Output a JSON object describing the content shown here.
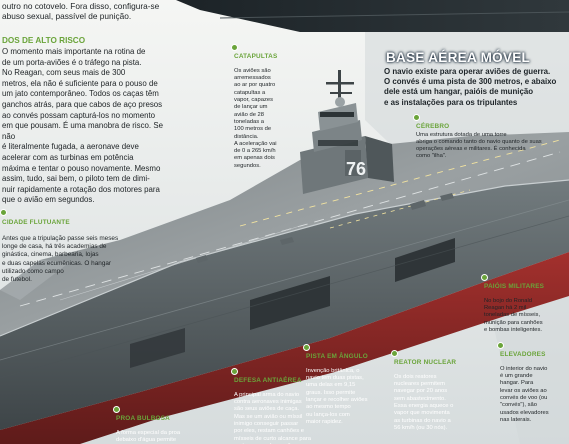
{
  "left_column": {
    "para_top": "outro no cotovelo. Fora disso, configura-se\nabuso sexual, passível de punição.",
    "section_title": "DOS DE ALTO RISCO",
    "para_main": "O momento mais importante na rotina de\nde um porta-aviões é o tráfego na pista.\nNo Reagan, com seus mais de 300\nmetros, ela não é suficiente para o pouso de\num jato contemporâneo. Todos os caças têm\nganchos atrás, para que cabos de aço presos\nao convés possam capturá-los no momento\nem que pousam. É uma manobra de risco. Se não\né literalmente fugada, a aeronave deve\nacelerar com as turbinas em potência\nmáxima e tentar o pouso novamente. Mesmo\nassim, tudo, sai bem, o piloto tem de dimi-\nnuir rapidamente a rotação dos motores para\nque o avião em segundos."
  },
  "cidade": {
    "label": "CIDADE FLUTUANTE",
    "text": "Antes que a tripulação passe seis meses\nlonge de casa, há três academias de\nginástica, cinema, barbearia, lojas\ne duas capelas ecumênicas. O hangar\nutilizado como campo\nde futebol."
  },
  "catapultas": {
    "label": "CATAPULTAS",
    "text": "Os aviões são\narremessados\nao ar por quatro\ncatapultas a\nvapor, capazes\nde lançar um\navião de 28\ntoneladas a\n100 metros de\ndistância.\nA aceleração vai\nde 0 a 265 km/h\nem apenas dois\nsegundos."
  },
  "base": {
    "title": "BASE AÉREA MÓVEL",
    "subtitle": "O navio existe para operar aviões de guerra.\nO convés é uma pista de 300 metros, e abaixo\ndele está um hangar, paióis de munição\ne as instalações para os tripulantes"
  },
  "cerebro": {
    "label": "CÉREBRO",
    "text": "Uma estrutura dotada de uma torre\nabriga o comando tanto do navio quanto de suas\noperações aéreas e militares. É conhecida\ncomo \"ilha\"."
  },
  "paiois": {
    "label": "PAIÓIS MILITARES",
    "text": "No bojo do Ronald\nReagan há 2 mil\ntoneladas de mísseis,\nmunição para canhões\ne bombas inteligentes."
  },
  "elevadores": {
    "label": "ELEVADORES",
    "text": "O interior do navio\né um grande\nhangar. Para\nlevar os aviões ao\nconvés de voo (ou\n\"convés\"), são\nusados elevadores\nnas laterais."
  },
  "pista": {
    "label": "PISTA EM ÂNGULO",
    "text": "Invenção britânica, o\nnavio tem duas pistas,\numa delas em 9,15\ngraus. Isso permite\nlançar e recolher aviões\nao mesmo tempo\nou lança-los com\nmaior rapidez."
  },
  "reator": {
    "label": "REATOR NUCLEAR",
    "text": "Os dois reatores\nnucleares permitem\nnavegar por 20 anos\nsem abastecimento.\nEssa energia aquece o\nvapor que movimenta\nas turbinas do navio a\n56 km/h (ou 30 nós)."
  },
  "defesa": {
    "label": "DEFESA ANTIAÉREA",
    "text": "A principal arma do navio\ncontra aeronaves inimigas\nsão seus aviões de caça.\nMas se um avião ou míssil\ninimigo conseguir passar\npor eles, restam canhões e\nmísseis de curto alcance para\nproteger a embarcação."
  },
  "proa": {
    "label": "PROA BULBOSA",
    "text": "A forma especial da proa\ndebaixo d'água permite\nobter maior velocidade."
  },
  "hull_number": "76",
  "colors": {
    "green_accent": "#6aa43a",
    "hull_red": "#8d2a2a",
    "hull_grey": "#5d6669",
    "deck": "#8a9094"
  }
}
